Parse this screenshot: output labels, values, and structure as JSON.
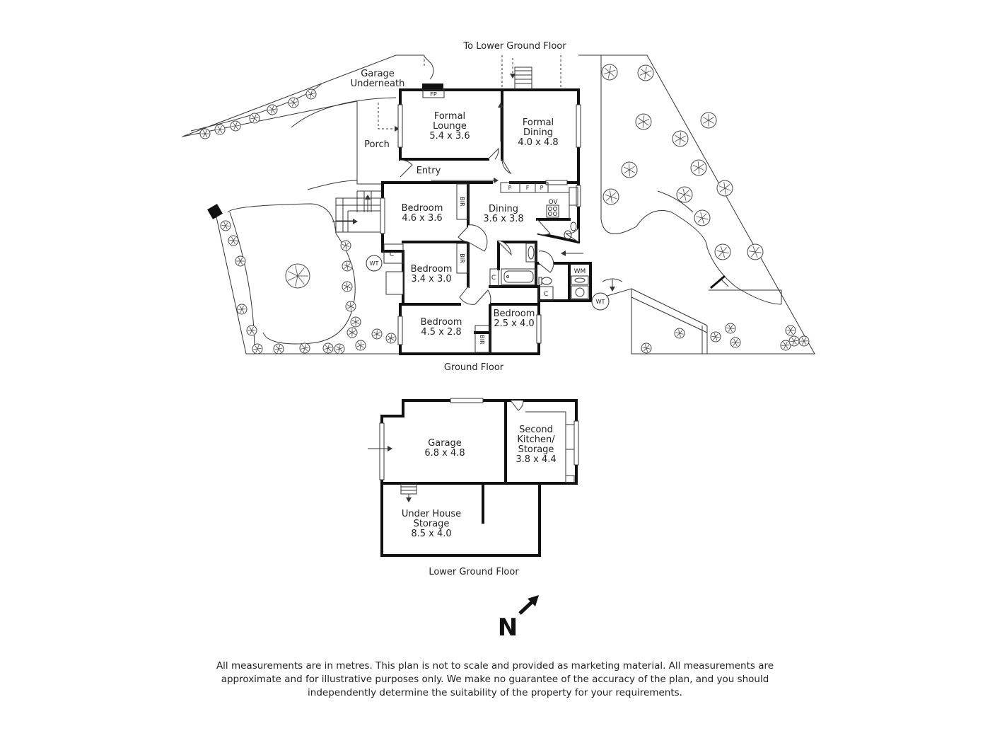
{
  "labels": {
    "to_lower": "To Lower Ground Floor",
    "garage_underneath_1": "Garage",
    "garage_underneath_2": "Underneath",
    "porch": "Porch",
    "entry": "Entry",
    "fp": "FP",
    "formal_lounge_1": "Formal",
    "formal_lounge_2": "Lounge",
    "formal_lounge_dim": "5.4 x 3.6",
    "formal_dining_1": "Formal",
    "formal_dining_2": "Dining",
    "formal_dining_dim": "4.0 x 4.8",
    "p1": "P",
    "f": "F",
    "p2": "P",
    "ov": "OV",
    "bedroom1": "Bedroom",
    "bedroom1_dim": "4.6 x 3.6",
    "bir1": "BIR",
    "dining": "Dining",
    "dining_dim": "3.6 x 3.8",
    "c1": "C",
    "bedroom2": "Bedroom",
    "bedroom2_dim": "3.4 x 3.0",
    "bir2": "BIR",
    "c2": "C",
    "wm": "WM",
    "c3": "C",
    "wt1": "WT",
    "wt2": "WT",
    "bedroom3": "Bedroom",
    "bedroom3_dim": "4.5 x 2.8",
    "bir3": "BIR",
    "bedroom4": "Bedroom",
    "bedroom4_dim": "2.5 x 4.0",
    "ground_floor": "Ground Floor",
    "garage": "Garage",
    "garage_dim": "6.8 x 4.8",
    "second_kitchen_1": "Second",
    "second_kitchen_2": "Kitchen/",
    "second_kitchen_3": "Storage",
    "second_kitchen_dim": "3.8 x 4.4",
    "under_house_1": "Under House",
    "under_house_2": "Storage",
    "under_house_dim": "8.5 x 4.0",
    "lower_ground_floor": "Lower Ground Floor",
    "north": "N"
  },
  "disclaimer": "All measurements are in metres. This plan is not to scale and provided as marketing material. All measurements are approximate and for illustrative purposes only. We make no guarantee of the accuracy of the plan, and you should independently determine the suitability of the property for your requirements."
}
